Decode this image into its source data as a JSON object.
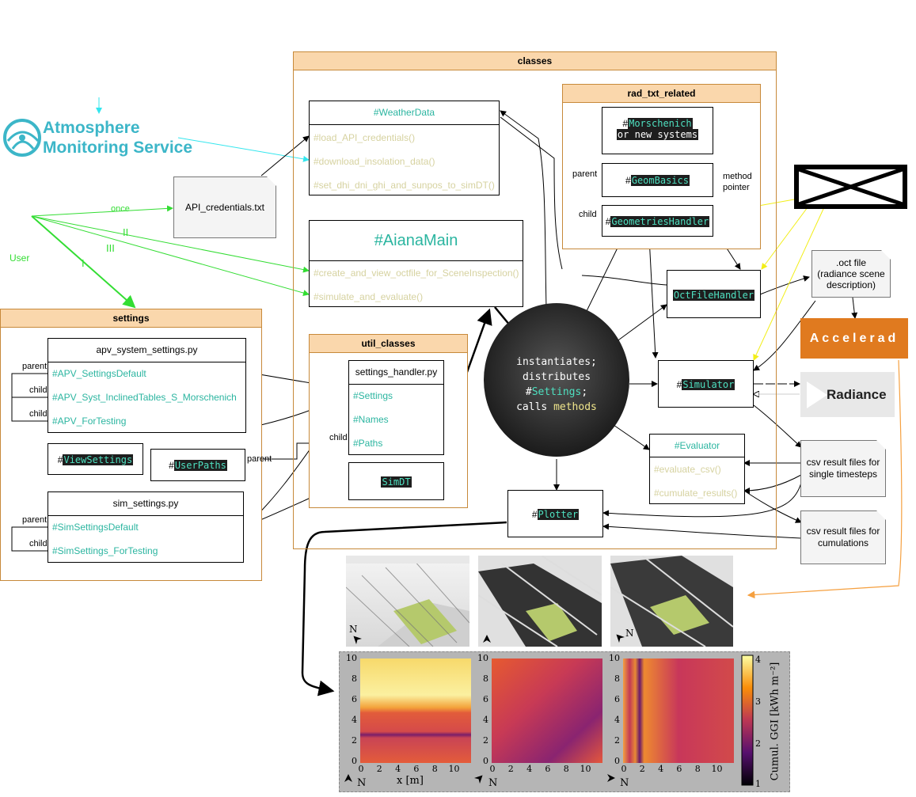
{
  "ams": {
    "line1": "Atmosphere",
    "line2": "Monitoring Service"
  },
  "user_label": "User",
  "edge_labels": {
    "once": "once",
    "II": "II",
    "III": "III",
    "I": "I",
    "parent": "parent",
    "child": "child",
    "method_pointer_1": "method",
    "method_pointer_2": "pointer"
  },
  "api_file": "API_credentials.txt",
  "classes": {
    "title": "classes",
    "weather": {
      "title": "#WeatherData",
      "methods": [
        "#load_API_credentials()",
        "#download_insolation_data()",
        "#set_dhi_dni_ghi_and_sunpos_to_simDT()"
      ]
    },
    "aiana": {
      "title": "#AianaMain",
      "methods": [
        "#create_and_view_octfile_for_SceneInspection()",
        "#simulate_and_evaluate()"
      ]
    },
    "rad": {
      "title": "rad_txt_related",
      "morsch_hash": "#",
      "morsch": "Morschenich",
      "morsch2": "or new systems",
      "geombasics": "GeomBasics",
      "geomhandler": "GeometriesHandler"
    },
    "util": {
      "title": "util_classes",
      "settings_handler": "settings_handler.py",
      "items": [
        "#Settings",
        "#Names",
        "#Paths"
      ],
      "simdt": "SimDT"
    },
    "octhandler": "OctFileHandler",
    "simulator": "Simulator",
    "evaluator": {
      "title": "#Evaluator",
      "methods": [
        "#evaluate_csv()",
        "#cumulate_results()"
      ]
    },
    "plotter": "Plotter",
    "hub": {
      "l1": "instantiates;",
      "l2": "distributes",
      "l3a": "#",
      "l3b": "Settings",
      "l3c": ";",
      "l4a": "calls ",
      "l4b": "methods"
    }
  },
  "settings": {
    "title": "settings",
    "apv_file": "apv_system_settings.py",
    "apv_items": [
      "#APV_SettingsDefault",
      "#APV_Syst_InclinedTables_S_Morschenich",
      "#APV_ForTesting"
    ],
    "view_settings": "ViewSettings",
    "user_paths": "UserPaths",
    "sim_file": "sim_settings.py",
    "sim_items": [
      "#SimSettingsDefault",
      "#SimSettings_ForTesting"
    ]
  },
  "oct_note": {
    "l1": ".oct file",
    "l2": "(radiance scene",
    "l3": "description)"
  },
  "accelerad": "Accelerad",
  "radiance": "Radiance",
  "csv_single": {
    "l1": "csv result files for",
    "l2": "single timesteps"
  },
  "csv_cum": {
    "l1": "csv result files for",
    "l2": "cumulations"
  },
  "heatmaps": {
    "y_ticks": [
      "10",
      "8",
      "6",
      "4",
      "2",
      "0"
    ],
    "x_ticks": [
      "0",
      "2",
      "4",
      "6",
      "8",
      "10"
    ],
    "xlabel": "x [m]",
    "north": "N",
    "colorbar_label": "Cumul. GGI [kWh m⁻²]",
    "colorbar_ticks": [
      "4",
      "3",
      "2",
      "1"
    ]
  },
  "colors": {
    "orange_header": "#fad7ac",
    "orange_border": "#c7893a",
    "teal": "#2bb5a0",
    "accelerad": "#e07a1f",
    "green_edge": "#33dd33",
    "cyan_edge": "#33e6ee",
    "yellow_edge": "#f2ee17"
  }
}
